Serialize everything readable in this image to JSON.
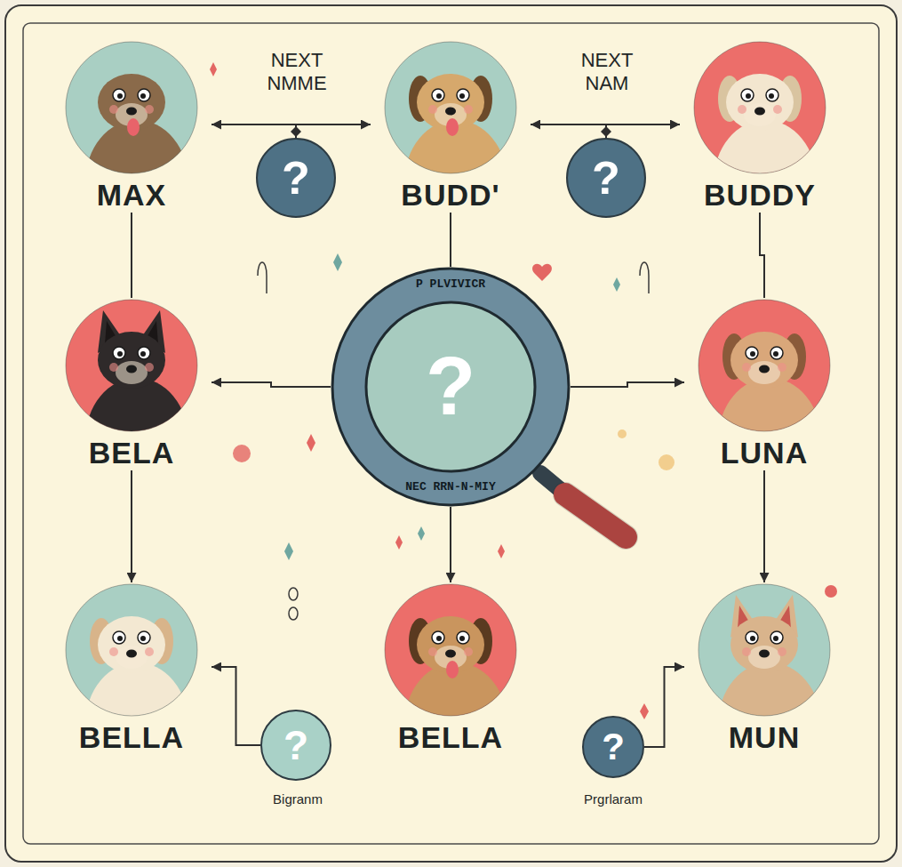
{
  "diagram": {
    "nodes": [
      {
        "text": [
          "MAX"
        ]
      },
      {
        "text": [
          "?"
        ]
      },
      {
        "text": [
          "BUDD'"
        ]
      },
      {
        "text": [
          "?"
        ]
      },
      {
        "text": [
          "BUDDY"
        ]
      },
      {
        "text": [
          "BELA"
        ]
      },
      {
        "text": [
          "?",
          "P PLVIVICR",
          "NEC RRN-N-MIY"
        ]
      },
      {
        "text": [
          "LUNA"
        ]
      },
      {
        "text": [
          "BELLA"
        ]
      },
      {
        "text": [
          "?"
        ]
      },
      {
        "text": [
          "BELLA"
        ]
      },
      {
        "text": [
          "?"
        ]
      },
      {
        "text": [
          "MUN"
        ]
      }
    ],
    "edges": [
      {
        "from": 0,
        "to": 2,
        "arrow": "both"
      },
      {
        "from": 2,
        "to": 4,
        "arrow": "both"
      },
      {
        "from": 0,
        "to": 5,
        "arrow": "none"
      },
      {
        "from": 4,
        "to": 7,
        "arrow": "none"
      },
      {
        "from": 2,
        "to": 6,
        "arrow": "none"
      },
      {
        "from": 6,
        "to": 5,
        "arrow": "to"
      },
      {
        "from": 6,
        "to": 7,
        "arrow": "to"
      },
      {
        "from": 6,
        "to": 10,
        "arrow": "to"
      },
      {
        "from": 5,
        "to": 8,
        "arrow": "to"
      },
      {
        "from": 7,
        "to": 12,
        "arrow": "to"
      },
      {
        "from": 9,
        "to": 8,
        "arrow": "to"
      },
      {
        "from": 11,
        "to": 12,
        "arrow": "to"
      }
    ],
    "labels": [
      "NEXT NMME",
      "NEXT NAM",
      "Bigranm",
      "Prgrlaram"
    ]
  }
}
